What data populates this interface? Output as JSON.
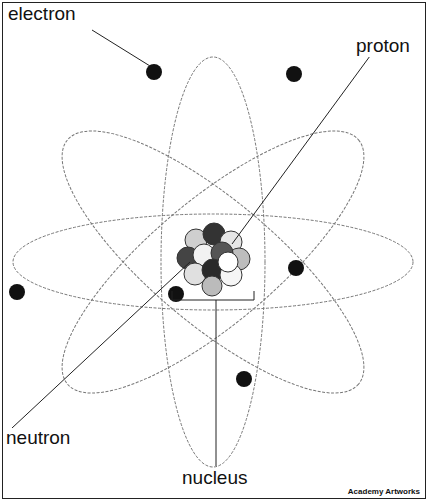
{
  "diagram": {
    "labels": [
      "electron",
      "proton",
      "neutron",
      "nucleus",
      "Academy Artworks"
    ]
  }
}
